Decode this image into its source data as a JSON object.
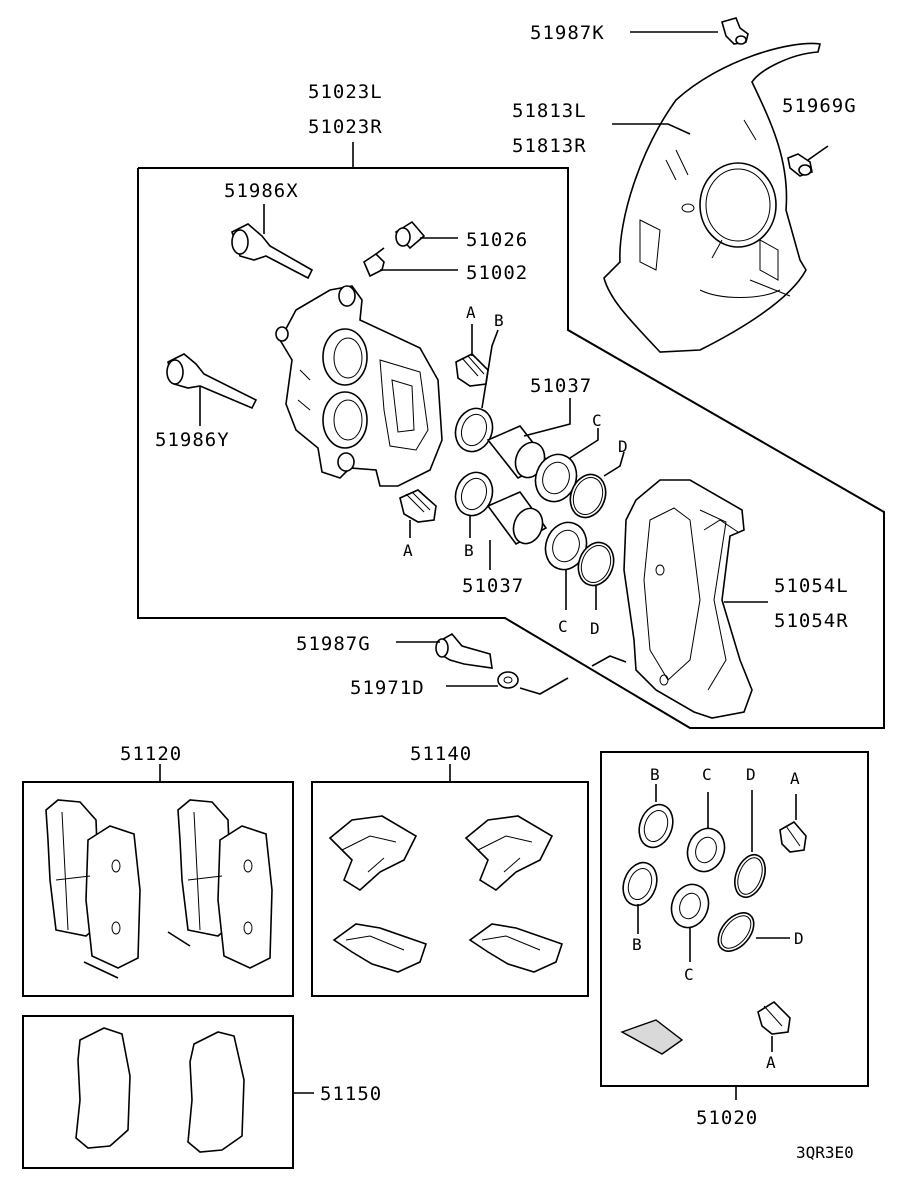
{
  "labels": {
    "p51987K": "51987K",
    "p51023L": "51023L",
    "p51023R": "51023R",
    "p51813L": "51813L",
    "p51813R": "51813R",
    "p51969G": "51969G",
    "p51986X": "51986X",
    "p51026": "51026",
    "p51002": "51002",
    "p51037a": "51037",
    "p51037b": "51037",
    "p51986Y": "51986Y",
    "p51054L": "51054L",
    "p51054R": "51054R",
    "p51987G": "51987G",
    "p51971D": "51971D",
    "p51120": "51120",
    "p51140": "51140",
    "p51150": "51150",
    "p51020": "51020",
    "code": "3QR3E0"
  },
  "letters": {
    "A": "A",
    "B": "B",
    "C": "C",
    "D": "D"
  }
}
